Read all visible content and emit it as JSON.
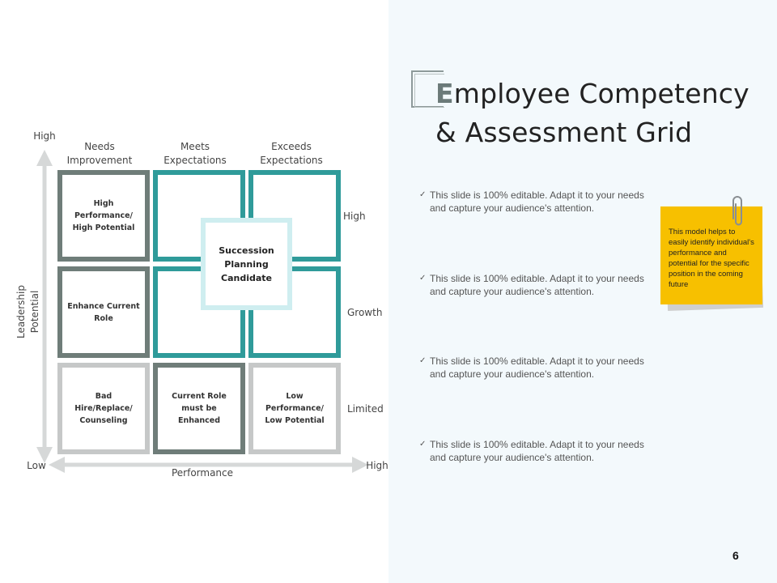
{
  "title": {
    "first_letter": "E",
    "rest": "mployee Competency & Assessment Grid"
  },
  "axes": {
    "y_label": "Leadership Potential",
    "y_high": "High",
    "x_label": "Performance",
    "x_low": "Low",
    "x_high": "High"
  },
  "columns": [
    "Needs Improvement",
    "Meets Expectations",
    "Exceeds Expectations"
  ],
  "rows": [
    "High",
    "Growth",
    "Limited"
  ],
  "cells": {
    "high_perf_high_pot": "High Performance/ High Potential",
    "enhance_current_role": "Enhance Current Role",
    "bad_hire": "Bad Hire/Replace/ Counseling",
    "current_role_enhanced": "Current Role must be Enhanced",
    "low_perf_low_pot": "Low Performance/ Low Potential"
  },
  "center_box": "Succession Planning Candidate",
  "bullets": [
    "This slide is 100% editable. Adapt it to your needs and capture your audience's attention.",
    "This slide is 100% editable. Adapt it to your needs and capture your audience's attention.",
    "This slide is 100% editable. Adapt it to your needs and capture your audience's attention.",
    "This slide is 100% editable. Adapt it to your needs and capture your audience's attention."
  ],
  "sticky_note": "This model helps to easily identify individual's performance and potential for the specific position in the coming future",
  "page_number": "6",
  "colors": {
    "dark": "#6f7d79",
    "teal": "#2f9b9a",
    "grey": "#c6c8c8",
    "center": "#cfeef0",
    "sticky": "#f7c000",
    "panel": "#f3f9fc"
  }
}
